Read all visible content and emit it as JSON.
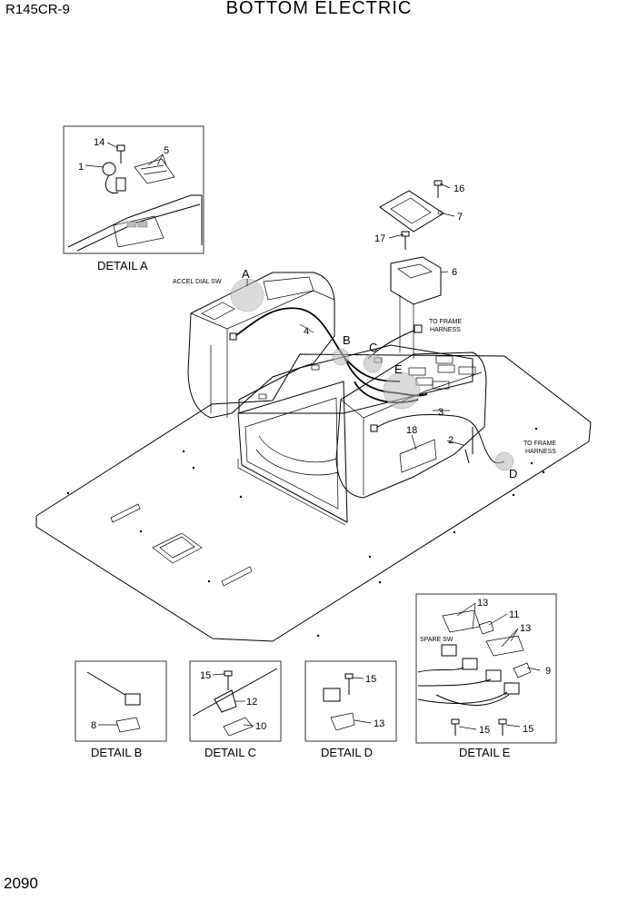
{
  "header": {
    "model": "R145CR-9",
    "title": "BOTTOM ELECTRIC"
  },
  "page_number": "2090",
  "details": {
    "a": "DETAIL A",
    "b": "DETAIL B",
    "c": "DETAIL C",
    "d": "DETAIL D",
    "e": "DETAIL E"
  },
  "callouts": {
    "a": "A",
    "b": "B",
    "c": "C",
    "d": "D",
    "e": "E"
  },
  "notes": {
    "accel_dial": "ACCEL DIAL SW",
    "to_frame_1": "TO FRAME",
    "harness_1": "HARNESS",
    "to_frame_2": "TO FRAME",
    "harness_2": "HARNESS",
    "spare_sw": "SPARE SW"
  },
  "parts": {
    "p1": "1",
    "p2": "2",
    "p3": "3",
    "p4": "4",
    "p5": "5",
    "p6": "6",
    "p7": "7",
    "p8": "8",
    "p9": "9",
    "p10": "10",
    "p11": "11",
    "p13a": "13",
    "p13b": "13",
    "p13d": "13",
    "p14": "14",
    "p15b": "15",
    "p15d": "15",
    "p15e1": "15",
    "p15e2": "15",
    "p16": "16",
    "p17": "17",
    "p18": "18"
  }
}
